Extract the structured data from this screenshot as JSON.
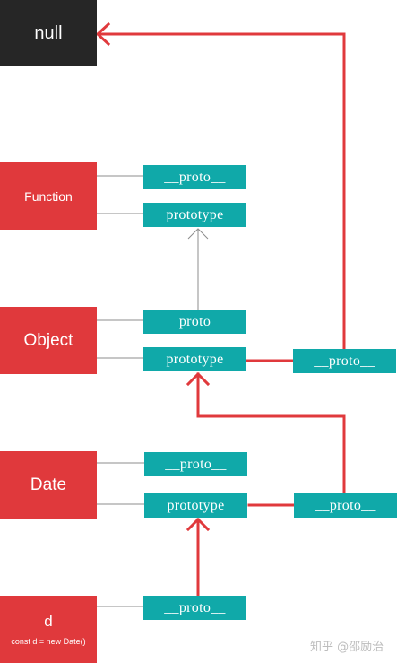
{
  "nodes": {
    "null": {
      "label": "null"
    },
    "function": {
      "label": "Function"
    },
    "object": {
      "label": "Object"
    },
    "date": {
      "label": "Date"
    },
    "d": {
      "label": "d",
      "sublabel": "const d = new Date()"
    }
  },
  "props": {
    "proto": "__proto__",
    "prototype": "prototype"
  },
  "watermark": "知乎 @邵励治",
  "colors": {
    "object_box": "#e0393c",
    "null_box": "#262626",
    "property_box": "#10a9a9",
    "chain_arrow": "#e0393c",
    "plain_line": "#8c8c8c"
  }
}
